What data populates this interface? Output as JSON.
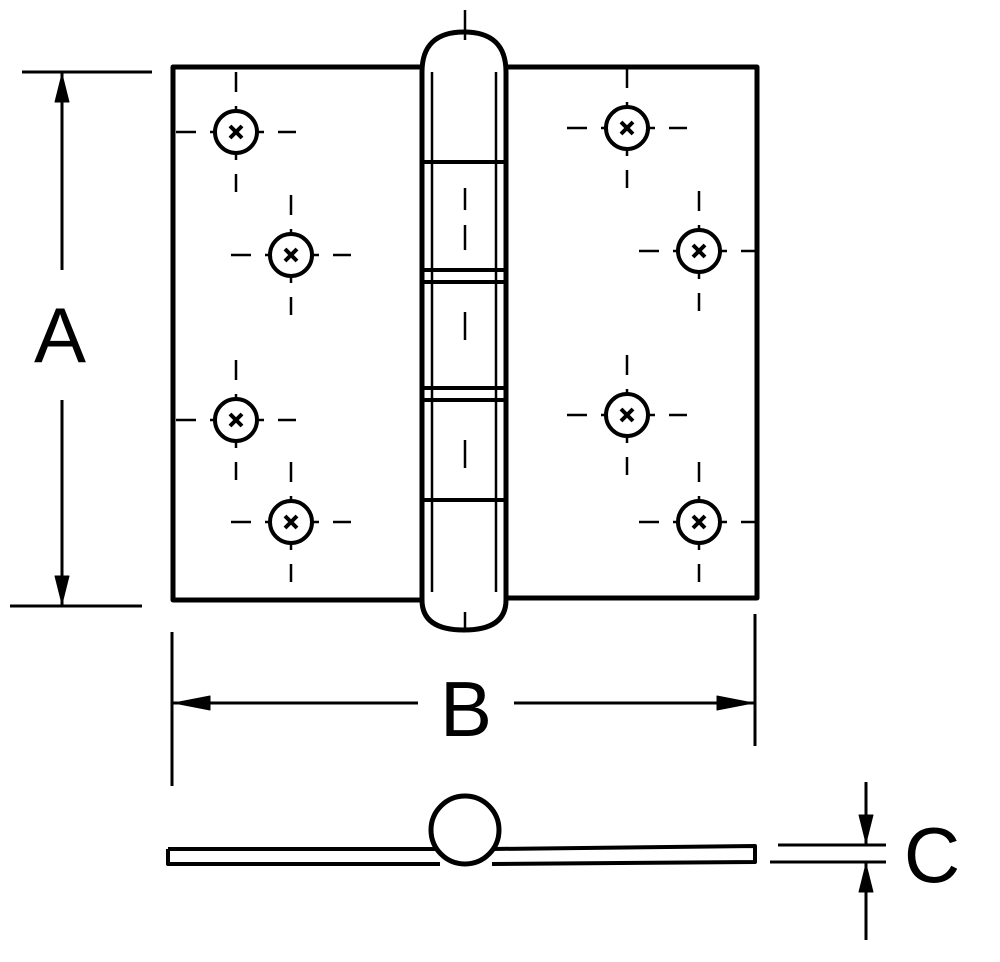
{
  "labels": {
    "a": "A",
    "b": "B",
    "c": "C"
  },
  "colors": {
    "ink": "#000000",
    "paper": "#ffffff"
  }
}
